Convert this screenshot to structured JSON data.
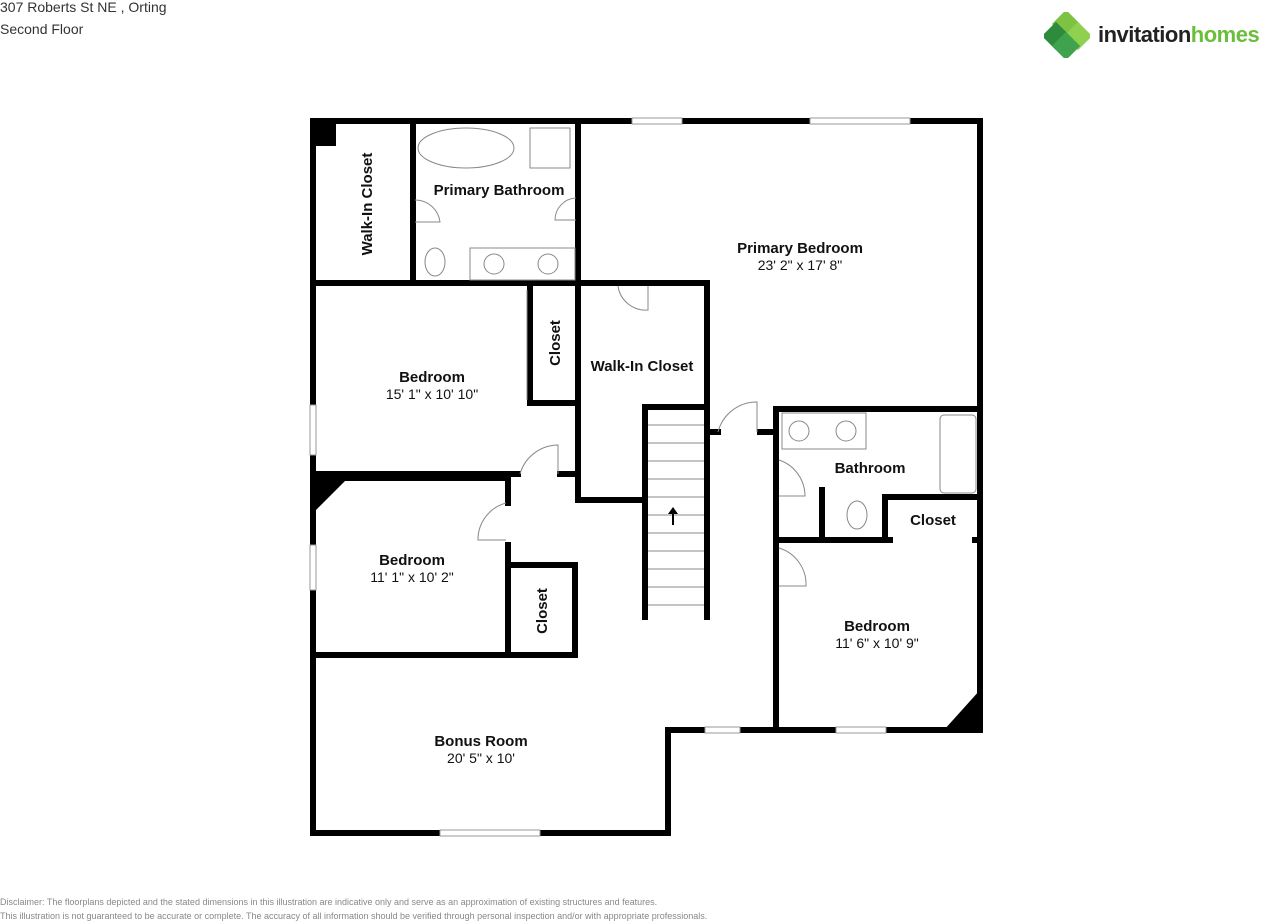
{
  "header": {
    "address": "307 Roberts St NE , Orting",
    "floor": "Second Floor"
  },
  "logo": {
    "word1": "invitation",
    "word2": "homes",
    "colors": {
      "green_dark": "#2e8b3c",
      "green_light": "#7dc242",
      "text": "#222222"
    }
  },
  "rooms": [
    {
      "name": "Walk-In Closet",
      "dims": ""
    },
    {
      "name": "Primary Bathroom",
      "dims": ""
    },
    {
      "name": "Primary Bedroom",
      "dims": "23' 2\" x 17' 8\""
    },
    {
      "name": "Closet",
      "dims": ""
    },
    {
      "name": "Bedroom",
      "dims": "15' 1\" x 10' 10\""
    },
    {
      "name": "Walk-In Closet",
      "dims": ""
    },
    {
      "name": "Bathroom",
      "dims": ""
    },
    {
      "name": "Closet",
      "dims": ""
    },
    {
      "name": "Bedroom",
      "dims": "11' 1\" x 10' 2\""
    },
    {
      "name": "Closet",
      "dims": ""
    },
    {
      "name": "Bedroom",
      "dims": "11' 6\" x 10' 9\""
    },
    {
      "name": "Bonus Room",
      "dims": "20' 5\" x 10'"
    }
  ],
  "disclaimer": {
    "line1": "Disclaimer: The floorplans depicted and the stated dimensions in this illustration are indicative only and serve as an approximation of existing structures and features.",
    "line2": "This illustration is not guaranteed to be accurate or complete. The accuracy of all information should be verified through personal inspection and/or with appropriate professionals."
  }
}
